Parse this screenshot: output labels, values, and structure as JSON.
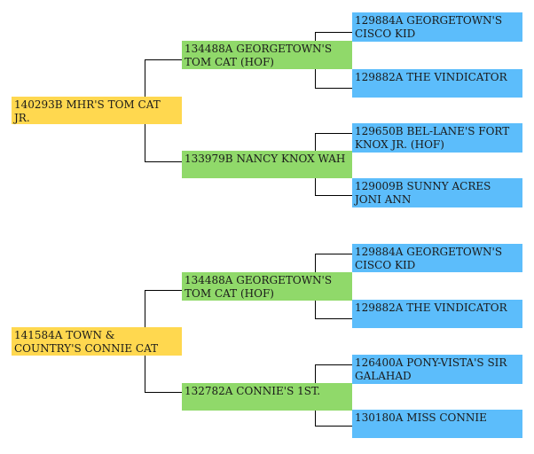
{
  "pedigrees": [
    {
      "subject": "140293B MHR'S TOM CAT JR.",
      "sire": "134488A GEORGETOWN'S TOM CAT (HOF)",
      "sire_sire": "129884A GEORGETOWN'S CISCO KID",
      "sire_dam": "129882A THE VINDICATOR",
      "dam": "133979B NANCY KNOX WAH",
      "dam_sire": "129650B BEL-LANE'S FORT KNOX JR. (HOF)",
      "dam_dam": "129009B SUNNY ACRES JONI ANN"
    },
    {
      "subject": "141584A TOWN & COUNTRY'S CONNIE CAT",
      "sire": "134488A GEORGETOWN'S TOM CAT (HOF)",
      "sire_sire": "129884A GEORGETOWN'S CISCO KID",
      "sire_dam": "129882A THE VINDICATOR",
      "dam": "132782A CONNIE'S 1ST.",
      "dam_sire": "126400A PONY-VISTA'S SIR GALAHAD",
      "dam_dam": "130180A MISS CONNIE"
    }
  ],
  "colors": {
    "generation1": "#ffd84f",
    "generation2": "#90d96a",
    "generation3": "#5cbdfb",
    "connector": "#000000"
  }
}
